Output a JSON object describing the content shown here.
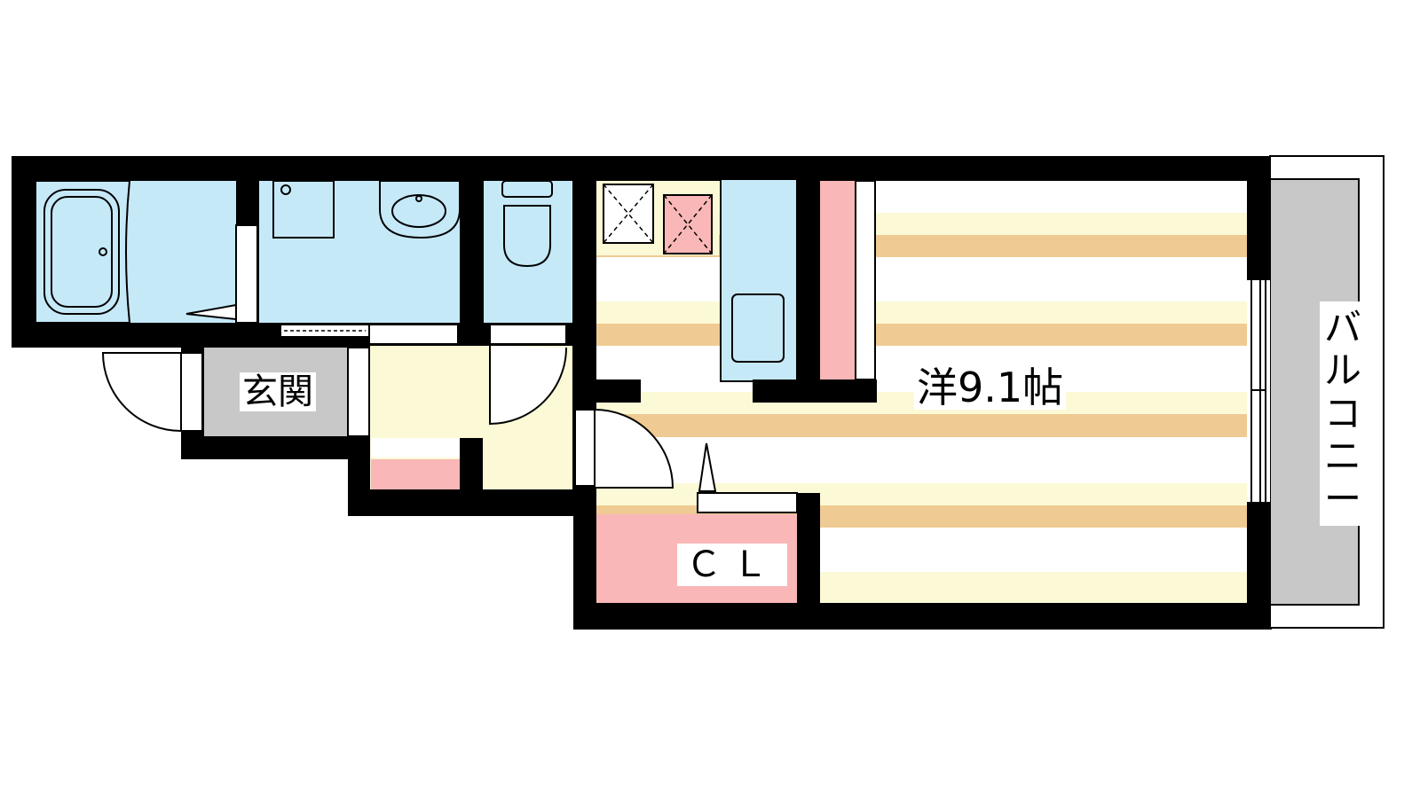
{
  "rooms": {
    "entrance": "玄関",
    "western_room": "洋9.1帖",
    "closet": "ＣＬ",
    "balcony": "バルコニー"
  },
  "colors": {
    "wall": "#000000",
    "wet_area": "#c6e9f8",
    "corridor": "#fcf9d6",
    "floor_stripe_dark": "#efcb93",
    "floor_stripe_light": "#fcf9d6",
    "closet": "#f9b7b7",
    "entrance_floor": "#c8c8c8",
    "balcony": "#c8c8c8"
  }
}
